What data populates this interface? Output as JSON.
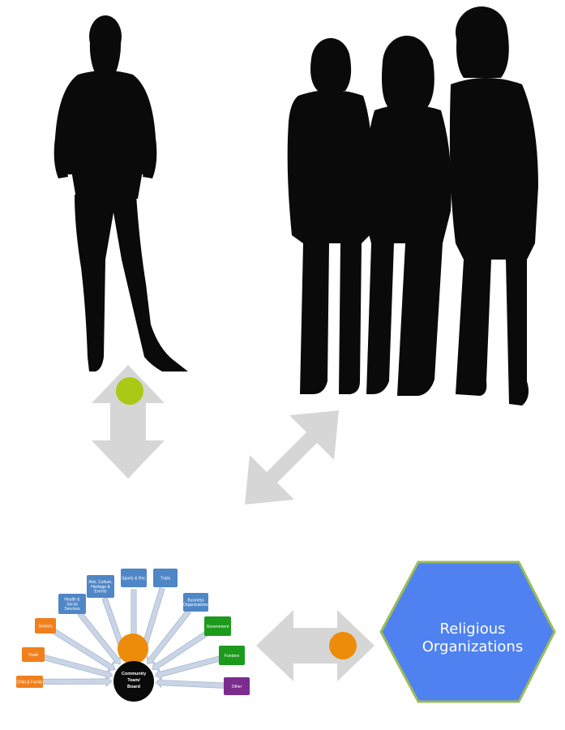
{
  "hexagon": {
    "line1": "Religious",
    "line2": "Organizations",
    "fill": "#4f81f0",
    "border": "#9bbb59"
  },
  "hub": {
    "line1": "Community",
    "line2": "Team/",
    "line3": "Board"
  },
  "boxes": [
    {
      "id": "child-family",
      "lines": [
        "Child & Family"
      ],
      "color": "#f07f1d"
    },
    {
      "id": "youth",
      "lines": [
        "Youth"
      ],
      "color": "#f07f1d"
    },
    {
      "id": "seniors",
      "lines": [
        "Seniors"
      ],
      "color": "#f07f1d"
    },
    {
      "id": "health",
      "lines": [
        "Health &",
        "Social",
        "Services"
      ],
      "color": "#4f86c6"
    },
    {
      "id": "arts",
      "lines": [
        "Arts, Culture,",
        "Heritage &",
        "Events"
      ],
      "color": "#4f86c6"
    },
    {
      "id": "sports",
      "lines": [
        "Sports & Rec"
      ],
      "color": "#4f86c6"
    },
    {
      "id": "trails",
      "lines": [
        "Trails"
      ],
      "color": "#4f86c6"
    },
    {
      "id": "business",
      "lines": [
        "Business",
        "Organizations"
      ],
      "color": "#4f86c6"
    },
    {
      "id": "government",
      "lines": [
        "Government"
      ],
      "color": "#1c9a1c"
    },
    {
      "id": "funders",
      "lines": [
        "Funders"
      ],
      "color": "#1c9a1c"
    },
    {
      "id": "other",
      "lines": [
        "Other"
      ],
      "color": "#7b2d8e"
    }
  ],
  "colors": {
    "silhouette": "#0a0a0a",
    "arrow": "#d6d6d6",
    "dot_green": "#a9c916",
    "dot_orange": "#ec8c0a"
  }
}
